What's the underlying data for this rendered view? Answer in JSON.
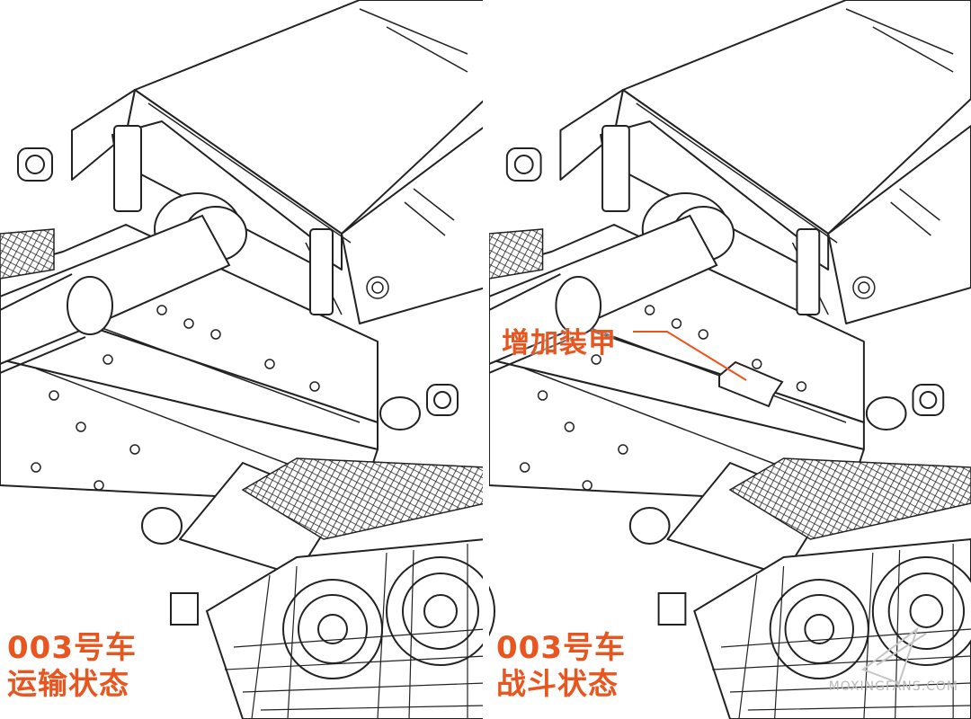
{
  "panels": [
    {
      "id": "left",
      "vehicle": "003号车",
      "state": "运输状态"
    },
    {
      "id": "right",
      "vehicle": "003号车",
      "state": "战斗状态"
    }
  ],
  "callout": {
    "label": "增加装甲",
    "color": "#e8551e"
  },
  "watermark": {
    "text": "MOXINGFANS.COM"
  },
  "colors": {
    "line": "#222222",
    "accent": "#e8551e",
    "background": "#ffffff"
  }
}
